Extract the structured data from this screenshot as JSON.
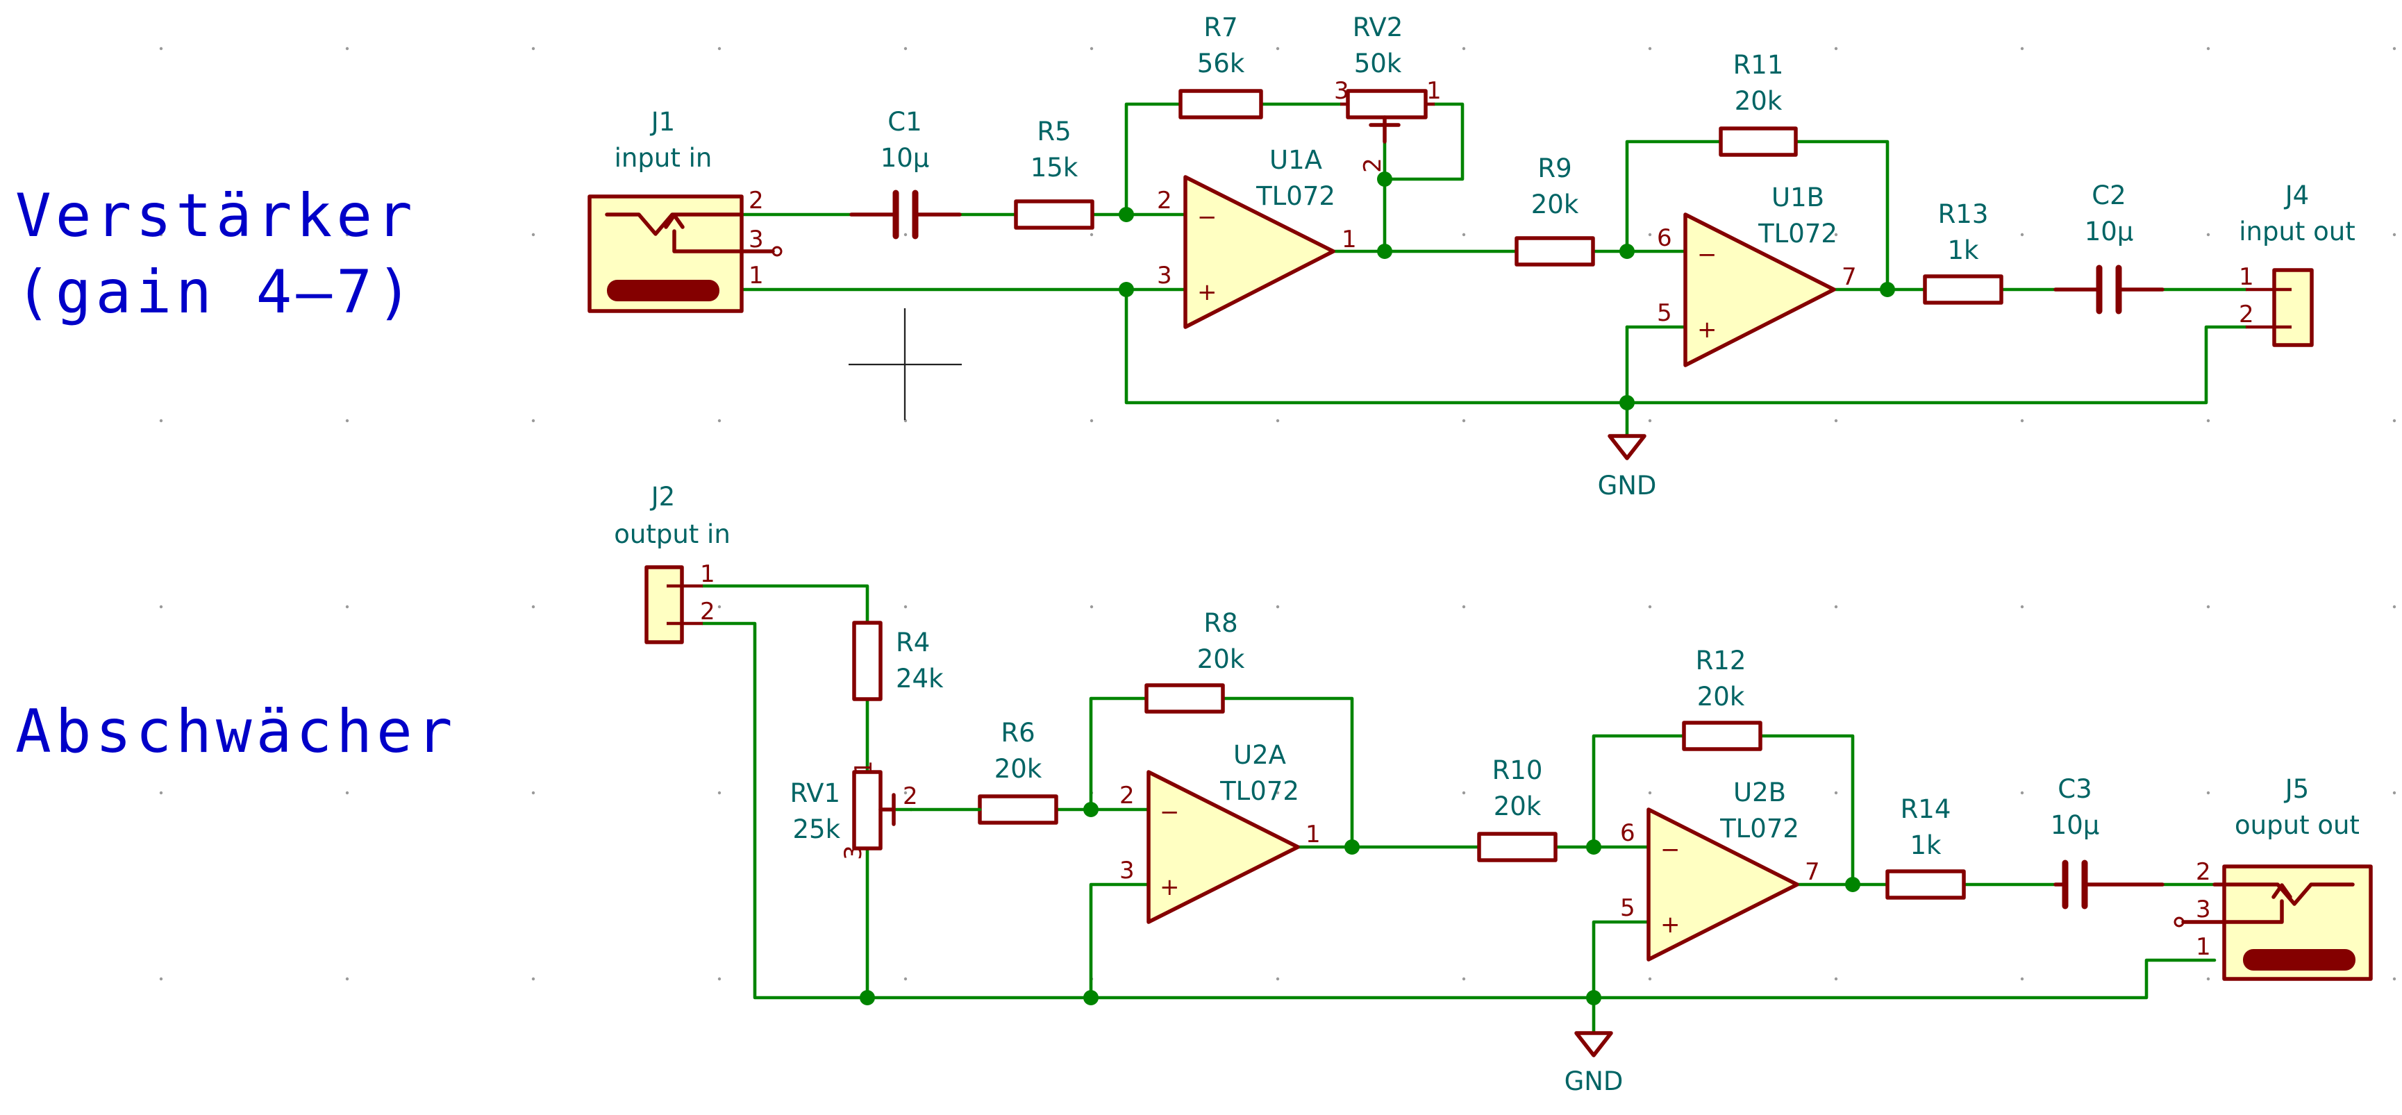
{
  "sections": {
    "amplifier_line1": "Verstärker",
    "amplifier_line2": "(gain 4–7)",
    "attenuator": "Abschwächer"
  },
  "components": {
    "J1": {
      "ref": "J1",
      "value": "input in"
    },
    "C1": {
      "ref": "C1",
      "value": "10µ"
    },
    "R5": {
      "ref": "R5",
      "value": "15k"
    },
    "R7": {
      "ref": "R7",
      "value": "56k"
    },
    "RV2": {
      "ref": "RV2",
      "value": "50k"
    },
    "U1A": {
      "ref": "U1A",
      "value": "TL072"
    },
    "R9": {
      "ref": "R9",
      "value": "20k"
    },
    "R11": {
      "ref": "R11",
      "value": "20k"
    },
    "U1B": {
      "ref": "U1B",
      "value": "TL072"
    },
    "R13": {
      "ref": "R13",
      "value": "1k"
    },
    "C2": {
      "ref": "C2",
      "value": "10µ"
    },
    "J4": {
      "ref": "J4",
      "value": "input out"
    },
    "J2": {
      "ref": "J2",
      "value": "output in"
    },
    "R4": {
      "ref": "R4",
      "value": "24k"
    },
    "RV1": {
      "ref": "RV1",
      "value": "25k"
    },
    "R6": {
      "ref": "R6",
      "value": "20k"
    },
    "R8": {
      "ref": "R8",
      "value": "20k"
    },
    "U2A": {
      "ref": "U2A",
      "value": "TL072"
    },
    "R10": {
      "ref": "R10",
      "value": "20k"
    },
    "R12": {
      "ref": "R12",
      "value": "20k"
    },
    "U2B": {
      "ref": "U2B",
      "value": "TL072"
    },
    "R14": {
      "ref": "R14",
      "value": "1k"
    },
    "C3": {
      "ref": "C3",
      "value": "10µ"
    },
    "J5": {
      "ref": "J5",
      "value": "ouput out"
    }
  },
  "power": {
    "gnd_top": "GND",
    "gnd_bottom": "GND"
  },
  "pins": {
    "p1": "1",
    "p2": "2",
    "p3": "3",
    "p5": "5",
    "p6": "6",
    "p7": "7",
    "minus": "−",
    "plus": "+"
  },
  "colors": {
    "wire": "#008400",
    "component": "#840000",
    "body_fill": "#ffffc2",
    "label": "#006464",
    "section_text": "#0000c8"
  }
}
